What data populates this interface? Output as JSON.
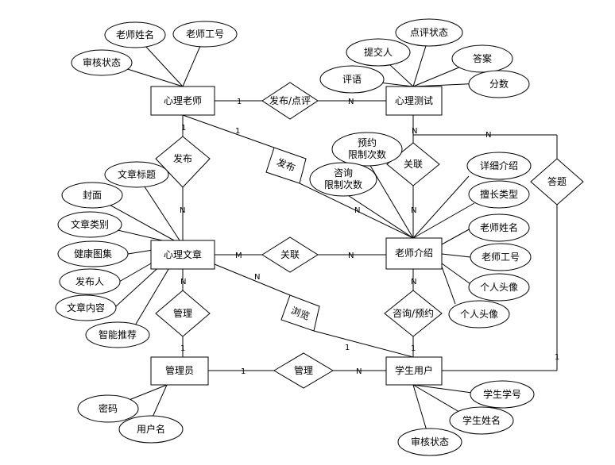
{
  "entities": {
    "psych_teacher": "心理老师",
    "psych_test": "心理测试",
    "psych_article": "心理文章",
    "teacher_intro": "老师介绍",
    "admin": "管理员",
    "student_user": "学生用户"
  },
  "relationships": {
    "publish_review": "发布/点评",
    "publish": "发布",
    "publish_diag": "发布",
    "link_test": "关联",
    "answer": "答题",
    "link_article": "关联",
    "manage_article": "管理",
    "browse": "浏览",
    "consult_book": "咨询/预约",
    "manage_user": "管理"
  },
  "attributes": {
    "teacher_name": "老师姓名",
    "teacher_id": "老师工号",
    "teacher_review_status": "审核状态",
    "test_submitter": "提交人",
    "test_review_status": "点评状态",
    "test_answer": "答案",
    "test_score": "分数",
    "test_comment": "评语",
    "article_title": "文章标题",
    "article_cover": "封面",
    "article_category": "文章类别",
    "article_health_images": "健康图集",
    "article_publisher": "发布人",
    "article_content": "文章内容",
    "article_smart_recommend": "智能推荐",
    "intro_booking_limit_1": "预约",
    "intro_booking_limit_2": "限制次数",
    "intro_consult_limit_1": "咨询",
    "intro_consult_limit_2": "限制次数",
    "intro_detail": "详细介绍",
    "intro_specialty": "擅长类型",
    "intro_teacher_name": "老师姓名",
    "intro_teacher_id": "老师工号",
    "intro_avatar_1": "个人头像",
    "intro_avatar_2": "个人头像",
    "admin_password": "密码",
    "admin_username": "用户名",
    "student_id": "学生学号",
    "student_name": "学生姓名",
    "student_review_status": "审核状态"
  },
  "cardinality": {
    "teacher_publish_review": "1",
    "test_publish_review": "N",
    "teacher_publish_vert": "1",
    "article_publish": "N",
    "teacher_publish_diag": "1",
    "intro_publish_diag": "N",
    "test_link": "N",
    "intro_link": "N",
    "test_answer": "N",
    "student_answer": "1",
    "article_link": "M",
    "intro_link_article": "N",
    "article_manage": "N",
    "admin_manage_article": "1",
    "article_browse": "N",
    "student_browse": "1",
    "intro_consult": "N",
    "student_consult": "1",
    "admin_manage_user": "1",
    "student_manage": "N"
  }
}
